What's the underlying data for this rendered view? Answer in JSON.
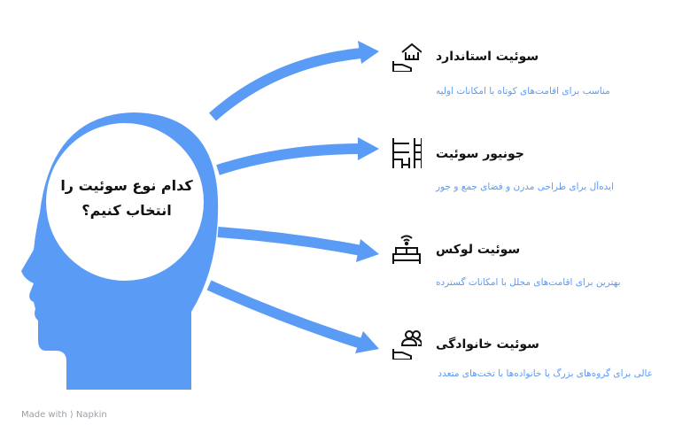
{
  "center_question": "کدام نوع سوئیت را انتخاب کنیم؟",
  "accent_color": "#5A9BF6",
  "options": [
    {
      "title": "سوئیت استاندارد",
      "description": "مناسب برای اقامت‌های کوتاه با امکانات اولیه",
      "icon": "house-bed-icon"
    },
    {
      "title": "جونیور سوئیت",
      "description": "ایده‌آل برای طراحی مدرن و فضای جمع و جور",
      "icon": "bunk-ladder-icon"
    },
    {
      "title": "سوئیت لوکس",
      "description": "بهترین برای اقامت‌های مجلل با امکانات گسترده",
      "icon": "bed-wifi-icon"
    },
    {
      "title": "سوئیت خانوادگی",
      "description": "عالی برای گروه‌های بزرگ یا خانواده‌ها با تخت‌های متعدد",
      "icon": "family-bed-icon"
    }
  ],
  "footer": "Made with ⟩ Napkin"
}
